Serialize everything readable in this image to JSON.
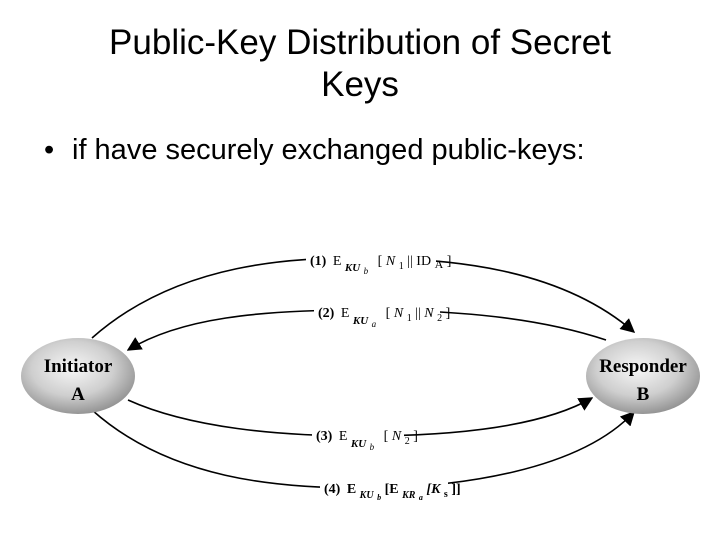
{
  "slide": {
    "title_line1": "Public-Key Distribution of Secret",
    "title_line2": "Keys",
    "bullet": "if have securely exchanged public-keys:"
  },
  "diagram": {
    "initiator": {
      "line1": "Initiator",
      "line2": "A"
    },
    "responder": {
      "line1": "Responder",
      "line2": "B"
    },
    "messages": [
      {
        "num": "(1)",
        "E": "E",
        "key": "KU",
        "key_sub": "b",
        "bracket_open": "[",
        "payload": "N",
        "payload_sub": "1",
        "sep": " || ID",
        "payload2": "A",
        "payload2_sub": "",
        "bracket_close": "]"
      },
      {
        "num": "(2)",
        "E": "E",
        "key": "KU",
        "key_sub": "a",
        "bracket_open": "[",
        "payload": "N",
        "payload_sub": "1",
        "sep": " || ",
        "payload2": "N",
        "payload2_sub": "2",
        "bracket_close": "]"
      },
      {
        "num": "(3)",
        "E": "E",
        "key": "KU",
        "key_sub": "b",
        "bracket_open": "[",
        "payload": "N",
        "payload_sub": "2",
        "sep": "",
        "payload2": "",
        "payload2_sub": "",
        "bracket_close": "]"
      },
      {
        "num": "(4)",
        "E": "E",
        "key": "KU",
        "key_sub": "b",
        "inner_E": "[E",
        "inner_key": "KR",
        "inner_key_sub": "a",
        "inner_payload": "[K",
        "inner_payload_sub": "s",
        "close": "]]"
      }
    ],
    "colors": {
      "node_light": "#f4f4f4",
      "node_dark": "#8a8a8a",
      "line": "#000000"
    }
  }
}
